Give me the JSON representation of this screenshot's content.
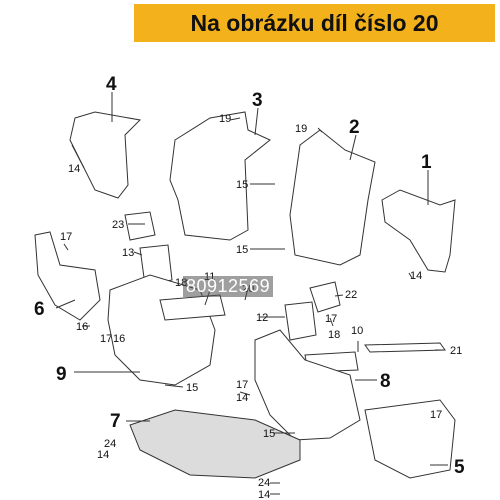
{
  "banner": {
    "text": "Na obrázku díl číslo 20",
    "color": "#f3b21b"
  },
  "watermark": "80912569",
  "callouts": {
    "c1": "1",
    "c2": "2",
    "c3": "3",
    "c4": "4",
    "c5": "5",
    "c6": "6",
    "c7": "7",
    "c8": "8",
    "c9": "9",
    "c10": "10",
    "c11": "11",
    "c12": "12",
    "c13": "13",
    "c14": "14",
    "c15": "15",
    "c16": "16",
    "c17": "17",
    "c18": "18",
    "c19": "19",
    "c20": "20",
    "c21": "21",
    "c22": "22",
    "c23": "23",
    "c24": "24"
  }
}
